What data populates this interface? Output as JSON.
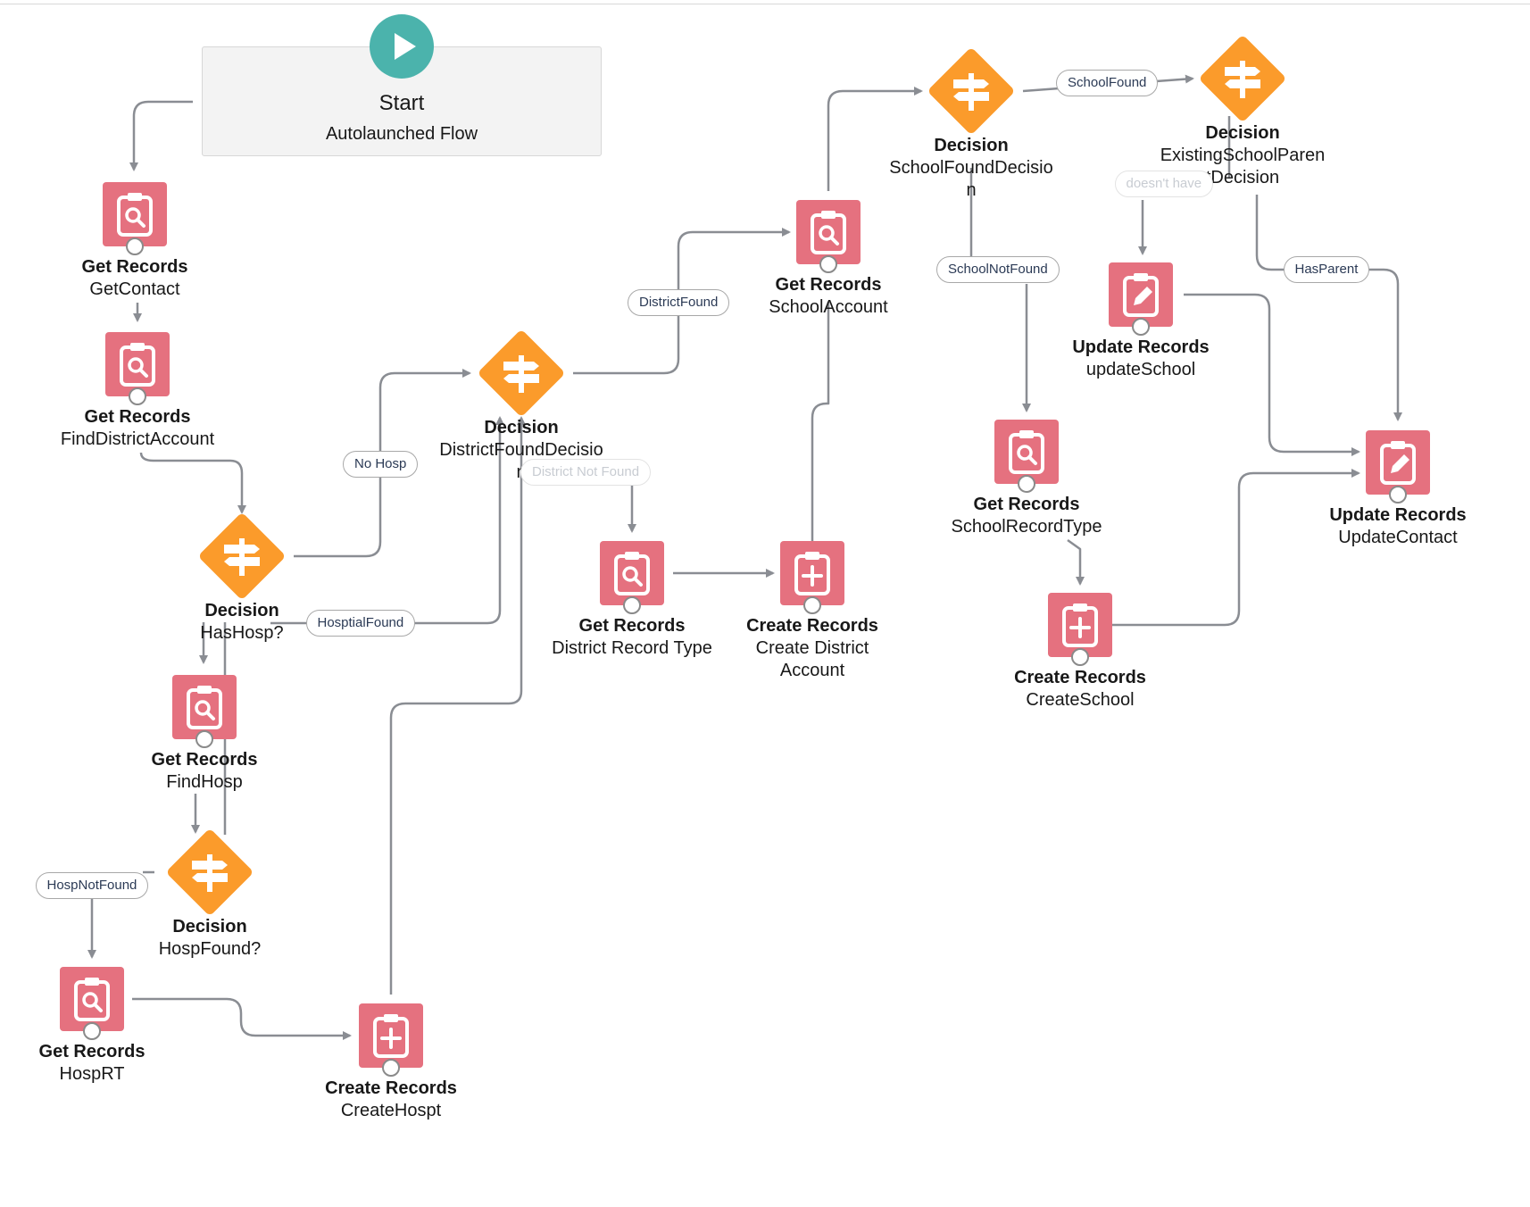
{
  "start": {
    "title": "Start",
    "subtitle": "Autolaunched Flow"
  },
  "nodes": [
    {
      "id": "getContact",
      "kind": "get",
      "type_label": "Get Records",
      "name": "GetContact"
    },
    {
      "id": "findDistrictAccount",
      "kind": "get",
      "type_label": "Get Records",
      "name": "FindDistrictAccount"
    },
    {
      "id": "hasHosp",
      "kind": "decision",
      "type_label": "Decision",
      "name": "HasHosp?"
    },
    {
      "id": "findHosp",
      "kind": "get",
      "type_label": "Get Records",
      "name": "FindHosp"
    },
    {
      "id": "hospFound",
      "kind": "decision",
      "type_label": "Decision",
      "name": "HospFound?"
    },
    {
      "id": "hospRT",
      "kind": "get",
      "type_label": "Get Records",
      "name": "HospRT"
    },
    {
      "id": "createHospt",
      "kind": "create",
      "type_label": "Create Records",
      "name": "CreateHospt"
    },
    {
      "id": "districtFoundDecision",
      "kind": "decision",
      "type_label": "Decision",
      "name": "DistrictFoundDecisio\nn"
    },
    {
      "id": "districtRecordType",
      "kind": "get",
      "type_label": "Get Records",
      "name": "District Record Type"
    },
    {
      "id": "createDistrictAccount",
      "kind": "create",
      "type_label": "Create Records",
      "name": "Create District\nAccount"
    },
    {
      "id": "schoolAccount",
      "kind": "get",
      "type_label": "Get Records",
      "name": "SchoolAccount"
    },
    {
      "id": "schoolFoundDecision",
      "kind": "decision",
      "type_label": "Decision",
      "name": "SchoolFoundDecisio\nn"
    },
    {
      "id": "schoolRecordType",
      "kind": "get",
      "type_label": "Get Records",
      "name": "SchoolRecordType"
    },
    {
      "id": "createSchool",
      "kind": "create",
      "type_label": "Create Records",
      "name": "CreateSchool"
    },
    {
      "id": "existingSchoolParentDecision",
      "kind": "decision",
      "type_label": "Decision",
      "name": "ExistingSchoolParen\ntDecision"
    },
    {
      "id": "updateSchool",
      "kind": "update",
      "type_label": "Update Records",
      "name": "updateSchool"
    },
    {
      "id": "updateContact",
      "kind": "update",
      "type_label": "Update Records",
      "name": "UpdateContact"
    }
  ],
  "edge_labels": [
    {
      "id": "no-hosp",
      "text": "No Hosp"
    },
    {
      "id": "hosptial-found",
      "text": "HosptialFound"
    },
    {
      "id": "hosp-not-found",
      "text": "HospNotFound"
    },
    {
      "id": "district-found",
      "text": "DistrictFound"
    },
    {
      "id": "district-not-found",
      "text": "District Not Found"
    },
    {
      "id": "school-found",
      "text": "SchoolFound"
    },
    {
      "id": "school-not-found",
      "text": "SchoolNotFound"
    },
    {
      "id": "doesnt-have",
      "text": "doesn't have"
    },
    {
      "id": "has-parent",
      "text": "HasParent"
    }
  ]
}
